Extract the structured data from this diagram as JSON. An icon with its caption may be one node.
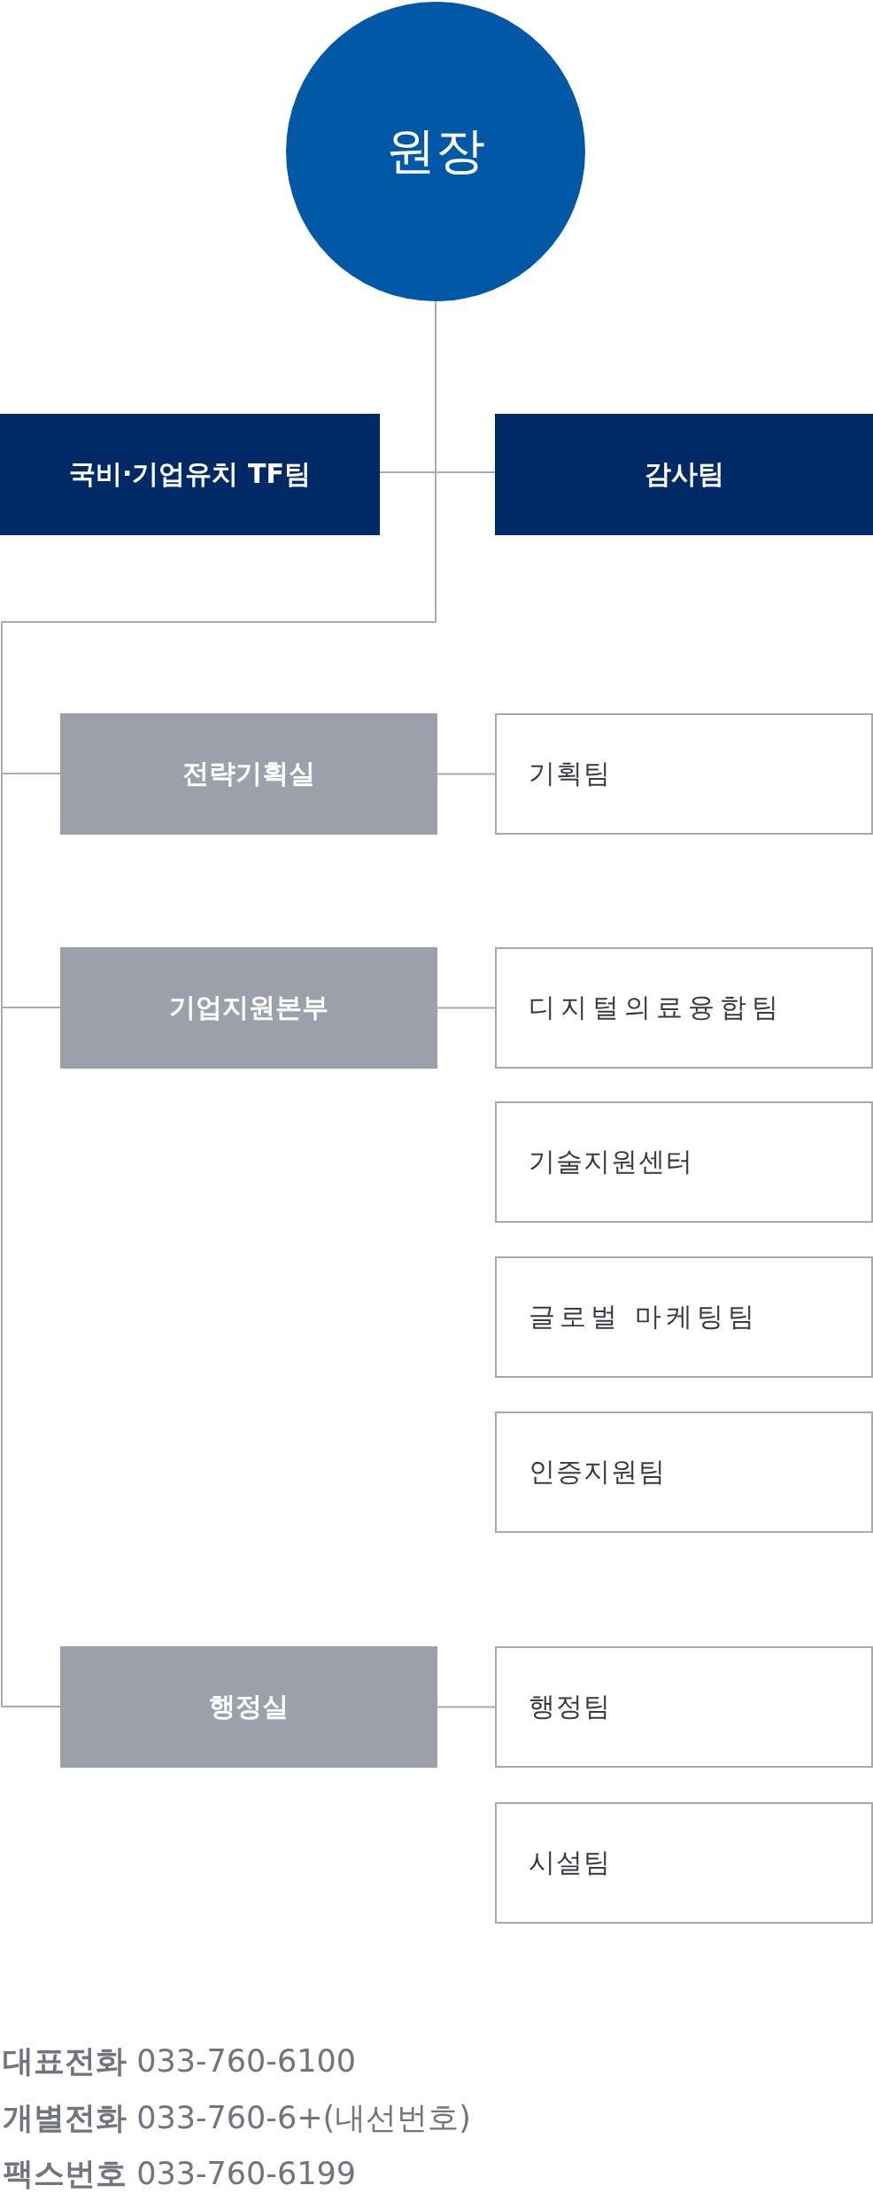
{
  "diagram": {
    "nodes": [
      {
        "text": [
          "원장"
        ]
      },
      {
        "text": [
          "국비·기업유치 TF팀"
        ]
      },
      {
        "text": [
          "감사팀"
        ]
      },
      {
        "text": [
          "전략기획실"
        ]
      },
      {
        "text": [
          "기획팀"
        ]
      },
      {
        "text": [
          "기업지원본부"
        ]
      },
      {
        "text": [
          "디지털의료융합팀"
        ]
      },
      {
        "text": [
          "기술지원센터"
        ]
      },
      {
        "text": [
          "글로벌 마케팅팀"
        ]
      },
      {
        "text": [
          "인증지원팀"
        ]
      },
      {
        "text": [
          "행정실"
        ]
      },
      {
        "text": [
          "행정팀"
        ]
      },
      {
        "text": [
          "시설팀"
        ]
      }
    ],
    "edges": [
      {
        "from": 0,
        "to": 1,
        "arrow": "none"
      },
      {
        "from": 0,
        "to": 2,
        "arrow": "none"
      },
      {
        "from": 0,
        "to": 3,
        "arrow": "none"
      },
      {
        "from": 0,
        "to": 5,
        "arrow": "none"
      },
      {
        "from": 0,
        "to": 10,
        "arrow": "none"
      },
      {
        "from": 3,
        "to": 4,
        "arrow": "none"
      },
      {
        "from": 5,
        "to": 6,
        "arrow": "none"
      },
      {
        "from": 10,
        "to": 11,
        "arrow": "none"
      }
    ],
    "labels": [
      "**대표전화** 033-760-6100",
      "**개별전화** 033-760-6+(내선번호)",
      "**팩스번호** 033-760-6199"
    ]
  }
}
